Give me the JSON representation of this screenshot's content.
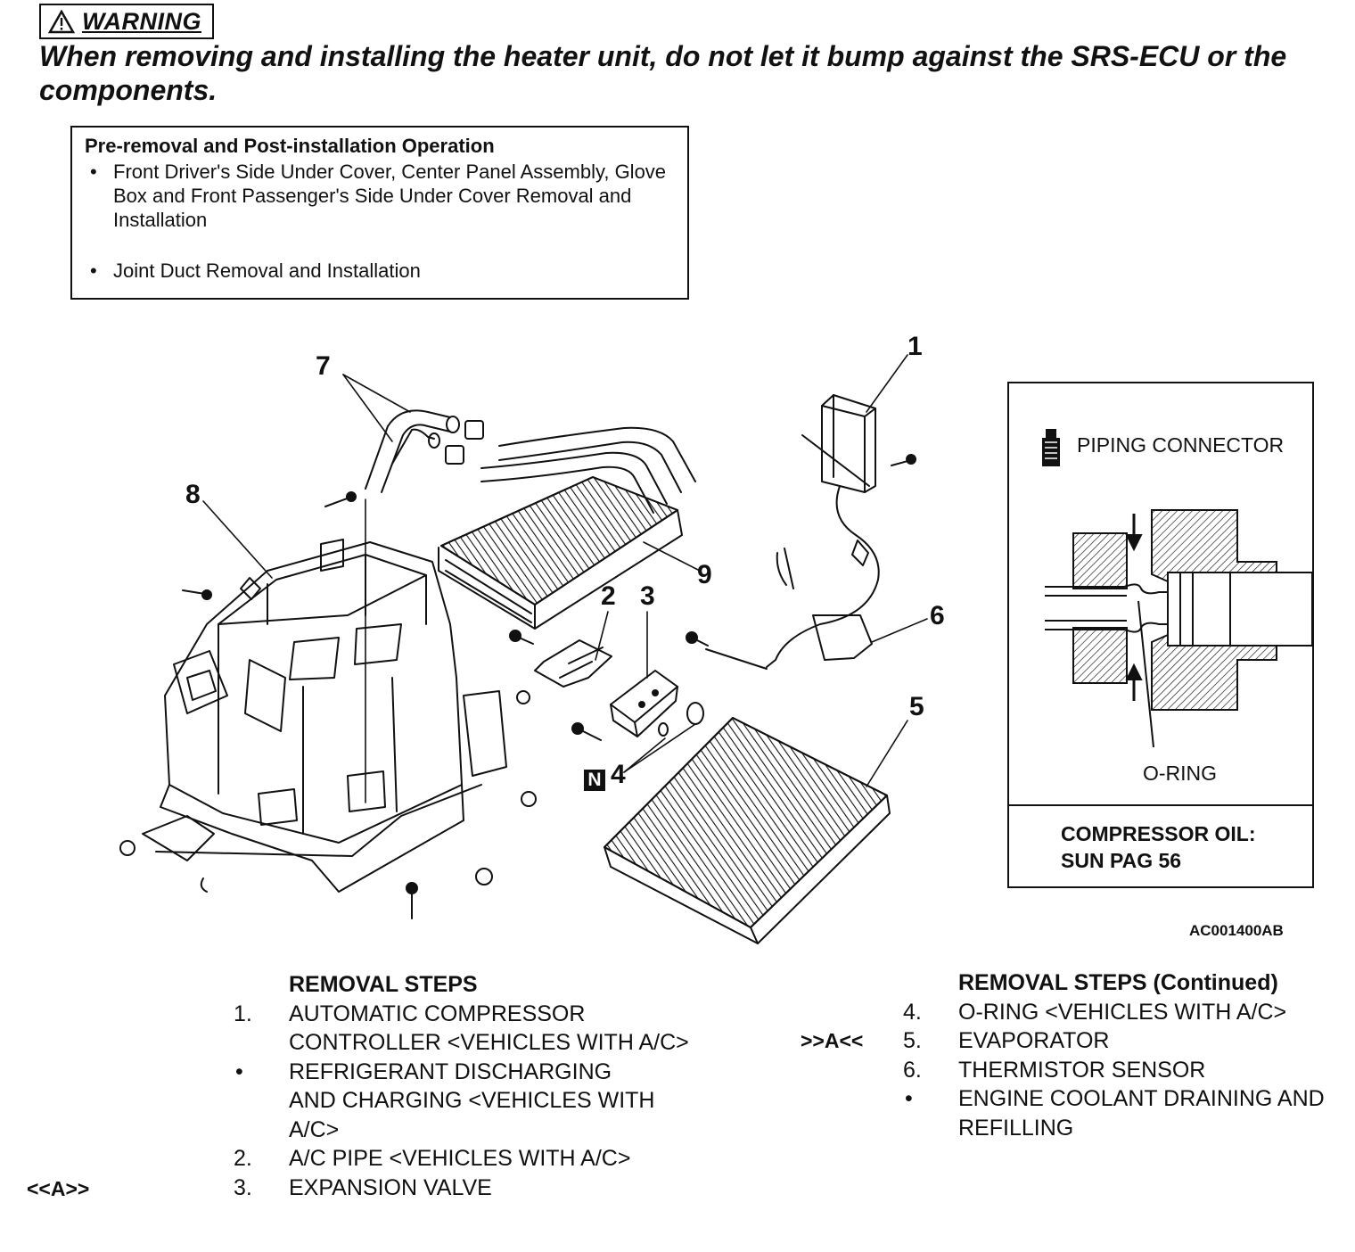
{
  "warning": {
    "title": "WARNING",
    "text": "When removing and installing the heater unit, do not let it bump against the SRS-ECU or the components."
  },
  "pre_removal": {
    "title": "Pre-removal and Post-installation Operation",
    "items": [
      "Front Driver's Side Under Cover, Center Panel Assembly, Glove Box and Front Passenger's Side Under Cover Removal and Installation",
      "Joint Duct Removal and Installation"
    ]
  },
  "inset": {
    "piping_connector": "PIPING CONNECTOR",
    "oring": "O-RING",
    "oil_line1": "COMPRESSOR OIL:",
    "oil_line2": "SUN PAG 56"
  },
  "figure_code": "AC001400AB",
  "callouts": [
    "1",
    "2",
    "3",
    "4",
    "5",
    "6",
    "7",
    "8",
    "9"
  ],
  "n_mark": "N",
  "bullet": "•",
  "removal_left": {
    "title": "REMOVAL STEPS",
    "steps": [
      {
        "num": "1.",
        "text": "AUTOMATIC COMPRESSOR CONTROLLER <VEHICLES WITH A/C>",
        "ref": ""
      },
      {
        "num": "•",
        "text": "REFRIGERANT DISCHARGING AND CHARGING <VEHICLES WITH A/C>",
        "ref": ""
      },
      {
        "num": "2.",
        "text": "A/C PIPE <VEHICLES WITH A/C>",
        "ref": "<<A>>"
      },
      {
        "num": "3.",
        "text": "EXPANSION VALVE",
        "ref": ""
      }
    ]
  },
  "removal_right": {
    "title": "REMOVAL STEPS (Continued)",
    "steps": [
      {
        "num": "4.",
        "text": "O-RING <VEHICLES WITH A/C>",
        "ref": ""
      },
      {
        "num": "5.",
        "text": "EVAPORATOR",
        "ref": ">>A<<"
      },
      {
        "num": "6.",
        "text": "THERMISTOR SENSOR",
        "ref": ""
      },
      {
        "num": "•",
        "text": "ENGINE COOLANT DRAINING AND REFILLING",
        "ref": ""
      }
    ]
  }
}
